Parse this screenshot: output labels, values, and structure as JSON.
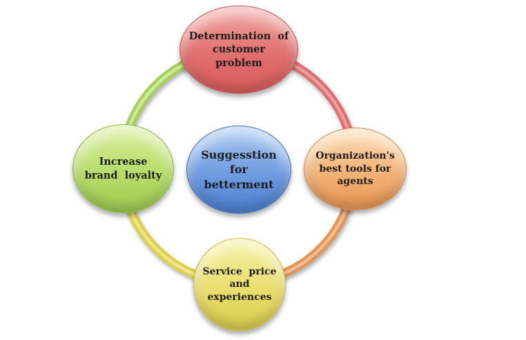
{
  "diagram": {
    "type": "cycle-diagram",
    "center": {
      "label": "Suggesstion\nfor\nbetterment",
      "color": "#5b8bd5"
    },
    "nodes": [
      {
        "id": "top",
        "label": "Determination  of\ncustomer\nproblem",
        "color": "#e06a6a"
      },
      {
        "id": "right",
        "label": "Organization's\nbest tools for\nagents",
        "color": "#eda266"
      },
      {
        "id": "bottom",
        "label": "Service  price\nand\nexperiences",
        "color": "#e3d75c"
      },
      {
        "id": "left",
        "label": "Increase\nbrand  loyalty",
        "color": "#aed35f"
      }
    ],
    "ring_segments": [
      {
        "id": "top-left",
        "color": "#a7cf5a",
        "highlight": "#d6ec9e"
      },
      {
        "id": "top-right",
        "color": "#dc7070",
        "highlight": "#f0a3a3"
      },
      {
        "id": "bottom-right",
        "color": "#e2955a",
        "highlight": "#f3c193"
      },
      {
        "id": "bottom-left",
        "color": "#ddd04f",
        "highlight": "#f0e88f"
      }
    ],
    "text_color": "#1c1c1c",
    "background_color": "#ffffff"
  }
}
